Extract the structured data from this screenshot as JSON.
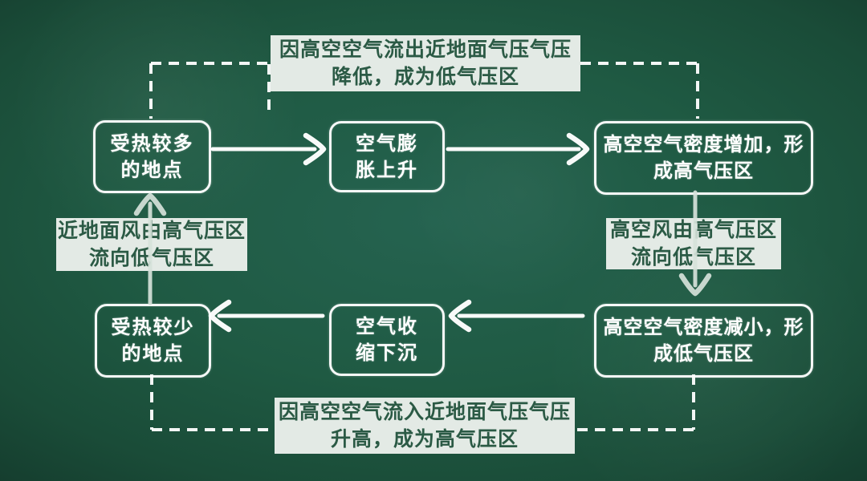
{
  "diagram": {
    "nodes": {
      "heated_more": {
        "line1": "受热较多",
        "line2": "的地点"
      },
      "expand_rise": {
        "line1": "空气膨",
        "line2": "胀上升"
      },
      "high_pressure_aloft": {
        "line1": "高空空气密度增加，形",
        "line2": "成高气压区"
      },
      "low_pressure_aloft": {
        "line1": "高空空气密度减小，形",
        "line2": "成低气压区"
      },
      "contract_sink": {
        "line1": "空气收",
        "line2": "缩下沉"
      },
      "heated_less": {
        "line1": "受热较少",
        "line2": "的地点"
      }
    },
    "labels": {
      "top": {
        "line1": "因高空空气流出近地面气压气压",
        "line2": "降低，成为低气压区"
      },
      "right": {
        "line1": "高空风由高气压区",
        "line2": "流向低气压区"
      },
      "bottom": {
        "line1": "因高空空气流入近地面气压气压",
        "line2": "升高，成为高气压区"
      },
      "left": {
        "line1": "近地面风由高气压区",
        "line2": "流向低气压区"
      }
    }
  },
  "colors": {
    "board_center": "#256350",
    "board_edge": "#122e23",
    "chalk": "#ffffff",
    "chalk_soft": "#d6e2da",
    "label_bg": "#e3eae5",
    "label_text": "#2b5a45"
  }
}
